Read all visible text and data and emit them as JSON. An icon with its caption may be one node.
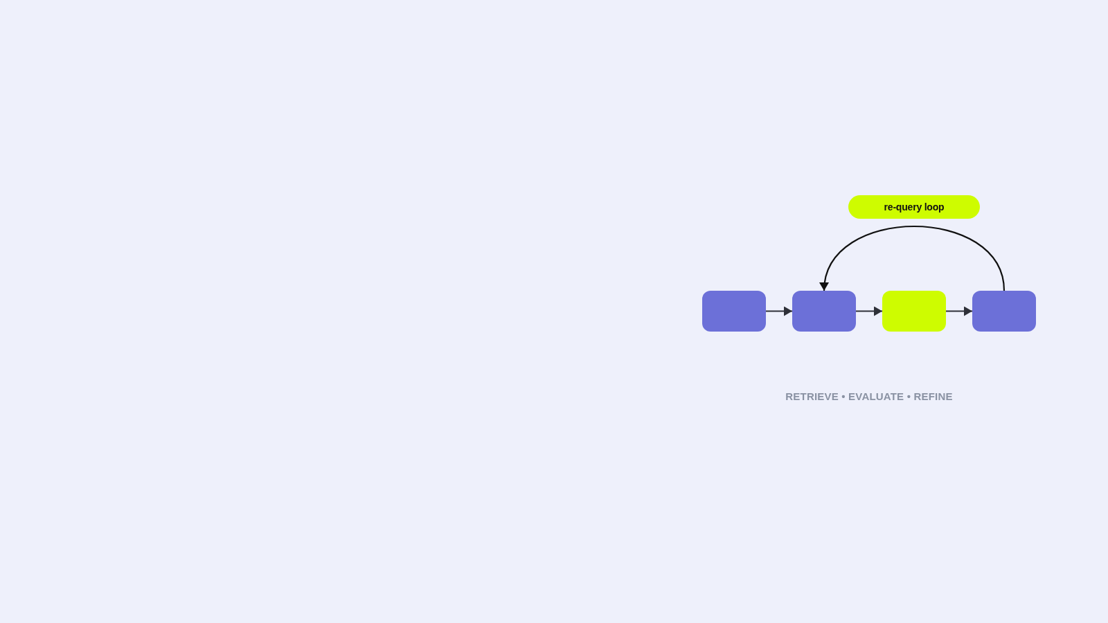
{
  "diagram": {
    "nodes": [
      {
        "text": [
          "re-query loop"
        ]
      },
      {
        "text": [],
        "shape": "box"
      },
      {
        "text": [],
        "shape": "box"
      },
      {
        "text": [],
        "shape": "box"
      },
      {
        "text": [],
        "shape": "box"
      }
    ],
    "edges": [
      {
        "from": 1,
        "to": 2,
        "arrow": "to"
      },
      {
        "from": 2,
        "to": 3,
        "arrow": "to"
      },
      {
        "from": 3,
        "to": 4,
        "arrow": "to"
      },
      {
        "from": 4,
        "to": 2,
        "arrow": "to",
        "color": "#111111"
      }
    ],
    "labels": [
      "RETRIEVE • EVALUATE • REFINE"
    ]
  }
}
